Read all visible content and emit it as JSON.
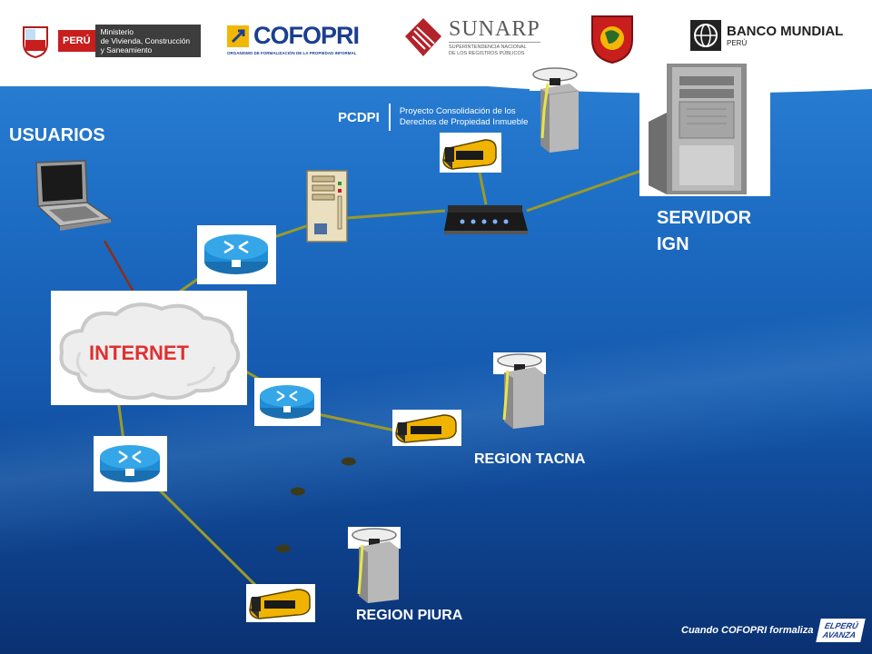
{
  "logos": {
    "peru_badge": "PERÚ",
    "ministry_line1": "Ministerio",
    "ministry_line2": "de Vivienda, Construcción",
    "ministry_line3": "y Saneamiento",
    "cofopri": "COFOPRI",
    "cofopri_sub": "ORGANISMO DE FORMALIZACIÓN DE LA PROPIEDAD INFORMAL",
    "sunarp": "SUNARP",
    "sunarp_sub1": "SUPERINTENDENCIA NACIONAL",
    "sunarp_sub2": "DE LOS REGISTROS PÚBLICOS",
    "bank": "BANCO MUNDIAL",
    "bank_sub": "PERÚ"
  },
  "pcdpi": {
    "acronym": "PCDPI",
    "line1": "Proyecto Consolidación de los",
    "line2": "Derechos de Propiedad Inmueble"
  },
  "nodes": {
    "users": "USUARIOS",
    "internet": "INTERNET",
    "server_line1": "SERVIDOR",
    "server_line2": "IGN",
    "tacna": "REGION  TACNA",
    "piura": "REGION  PIURA"
  },
  "footer": {
    "tagline": "Cuando COFOPRI formaliza",
    "badge_line1": "ELPERÚ",
    "badge_line2": "AVANZA"
  },
  "colors": {
    "link": "#9a9a2a",
    "internet_text": "#e03030",
    "cloud": "#f2f2f2",
    "router": "#1f8dd6",
    "gps_body": "#f0b400"
  }
}
